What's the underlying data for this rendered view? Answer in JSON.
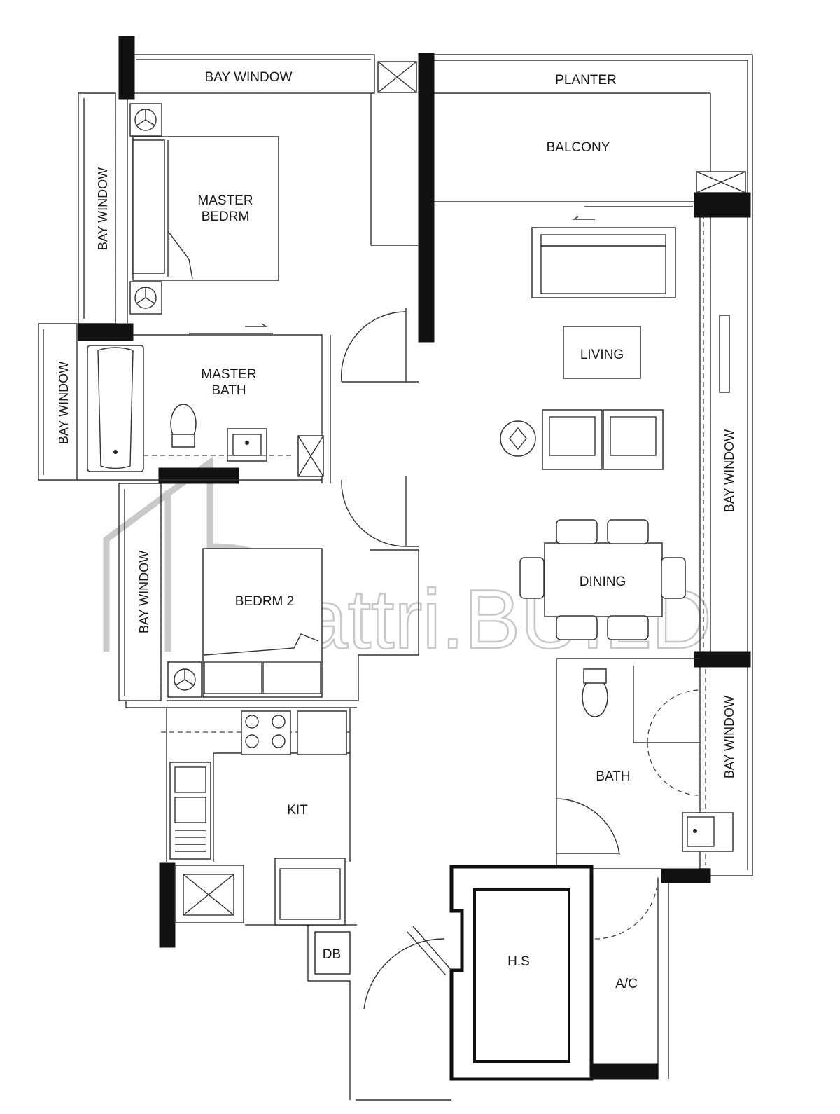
{
  "rooms": {
    "bay_window_top": "BAY WINDOW",
    "planter": "PLANTER",
    "balcony": "BALCONY",
    "master_bedroom": [
      "MASTER",
      "BEDRM"
    ],
    "bay_window_master_left": "BAY WINDOW",
    "master_bath": [
      "MASTER",
      "BATH"
    ],
    "bay_window_bath_left": "BAY WINDOW",
    "living": "LIVING",
    "bay_window_right": "BAY WINDOW",
    "bedroom_2": "BEDRM 2",
    "bay_window_bedrm2": "BAY WINDOW",
    "dining": "DINING",
    "bath": "BATH",
    "bay_window_bath_right": "BAY WINDOW",
    "kitchen": "KIT",
    "db": "DB",
    "household_shelter": "H.S",
    "ac_ledge": "A/C"
  },
  "watermark": "attri.BUILD"
}
